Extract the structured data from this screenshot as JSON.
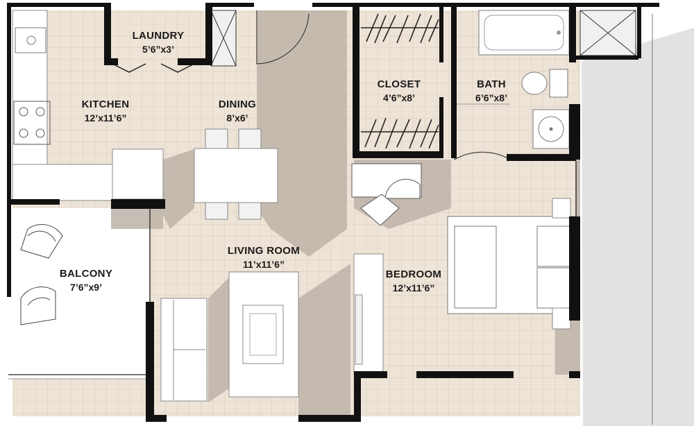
{
  "rooms": {
    "laundry": {
      "name": "LAUNDRY",
      "size": "5’6”x3’"
    },
    "kitchen": {
      "name": "KITCHEN",
      "size": "12’x11’6”"
    },
    "dining": {
      "name": "DINING",
      "size": "8’x6’"
    },
    "closet": {
      "name": "CLOSET",
      "size": "4’6”x8’"
    },
    "bath": {
      "name": "BATH",
      "size": "6’6”x8’"
    },
    "balcony": {
      "name": "BALCONY",
      "size": "7’6”x9’"
    },
    "living": {
      "name": "LIVING ROOM",
      "size": "11’x11’6”"
    },
    "bedroom": {
      "name": "BEDROOM",
      "size": "12’x11’6”"
    }
  },
  "colors": {
    "floor": "#ede3d6",
    "grid": "#d8ccbd",
    "shadow": "#bdb3a8",
    "wall": "#111111",
    "fixture": "#ffffff"
  }
}
